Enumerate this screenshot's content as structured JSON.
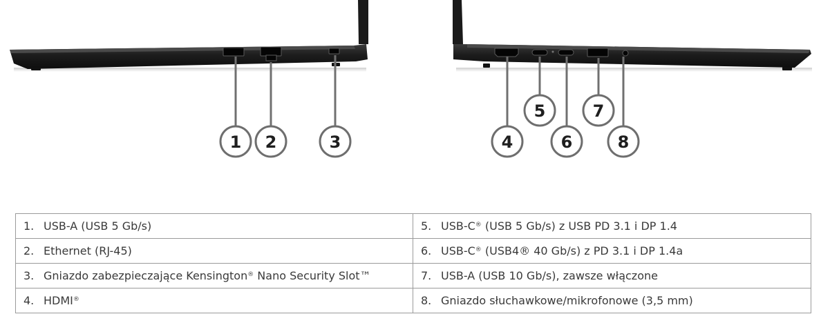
{
  "callouts": {
    "c1": "1",
    "c2": "2",
    "c3": "3",
    "c4": "4",
    "c5": "5",
    "c6": "6",
    "c7": "7",
    "c8": "8"
  },
  "ports_table": {
    "rows": [
      {
        "left": {
          "num": "1.",
          "text": "USB-A (USB 5 Gb/s)"
        },
        "right": {
          "num": "5.",
          "pre": "USB-C",
          "sup": "®",
          "post": " (USB 5 Gb/s) z USB PD 3.1 i DP 1.4"
        }
      },
      {
        "left": {
          "num": "2.",
          "text": "Ethernet (RJ-45)"
        },
        "right": {
          "num": "6.",
          "pre": "USB-C",
          "sup": "®",
          "post": " (USB4® 40 Gb/s) z PD 3.1 i DP 1.4a"
        }
      },
      {
        "left": {
          "num": "3.",
          "pre": "Gniazdo zabezpieczające Kensington",
          "sup": "®",
          "post": " Nano Security Slot™"
        },
        "right": {
          "num": "7.",
          "text": "USB-A (USB 10 Gb/s), zawsze włączone"
        }
      },
      {
        "left": {
          "num": "4.",
          "pre": "HDMI",
          "sup": "®",
          "post": ""
        },
        "right": {
          "num": "8.",
          "text": "Gniazdo słuchawkowe/mikrofonowe (3,5 mm)"
        }
      }
    ]
  }
}
